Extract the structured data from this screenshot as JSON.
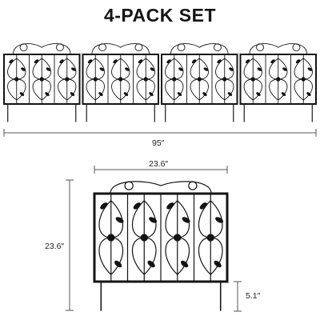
{
  "title": "4-PACK SET",
  "dimensions": {
    "total_width": "95″",
    "panel_width": "23.6″",
    "panel_height": "23.6″",
    "stake_length": "5.1″"
  },
  "colors": {
    "fence": "#141414",
    "dimension_line": "#555555",
    "text": "#222222"
  },
  "panel_count": 4,
  "icons": [
    "scroll-ornament",
    "leaf-vine",
    "rose-bud"
  ]
}
